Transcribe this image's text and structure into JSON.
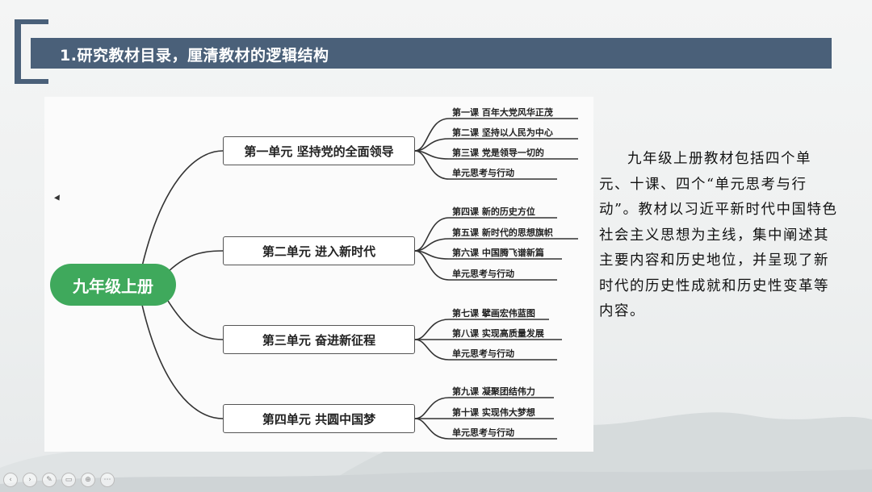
{
  "slide": {
    "title": "1.研究教材目录，厘清教材的逻辑结构"
  },
  "mindmap": {
    "root": "九年级上册",
    "units": [
      {
        "label": "第一单元   坚持党的全面领导",
        "lessons": [
          "第一课  百年大党风华正茂",
          "第二课  坚持以人民为中心",
          "第三课  党是领导一切的",
          "单元思考与行动"
        ]
      },
      {
        "label": "第二单元   进入新时代",
        "lessons": [
          "第四课  新的历史方位",
          "第五课  新时代的思想旗帜",
          "第六课  中国腾飞谱新篇",
          "单元思考与行动"
        ]
      },
      {
        "label": "第三单元   奋进新征程",
        "lessons": [
          "第七课  擘画宏伟蓝图",
          "第八课  实现高质量发展",
          "单元思考与行动"
        ]
      },
      {
        "label": "第四单元   共圆中国梦",
        "lessons": [
          "第九课  凝聚团结伟力",
          "第十课  实现伟大梦想",
          "单元思考与行动"
        ]
      }
    ]
  },
  "description": "九年级上册教材包括四个单元、十课、四个“单元思考与行动”。教材以习近平新时代中国特色社会主义思想为主线，集中阐述其主要内容和历史地位，并呈现了新时代的历史性成就和历史性变革等内容。",
  "colors": {
    "title_bar": "#4a6079",
    "root": "#3fa95c"
  },
  "toolbar_icons": [
    "prev-icon",
    "next-icon",
    "pen-icon",
    "page-icon",
    "zoom-icon",
    "more-icon"
  ]
}
